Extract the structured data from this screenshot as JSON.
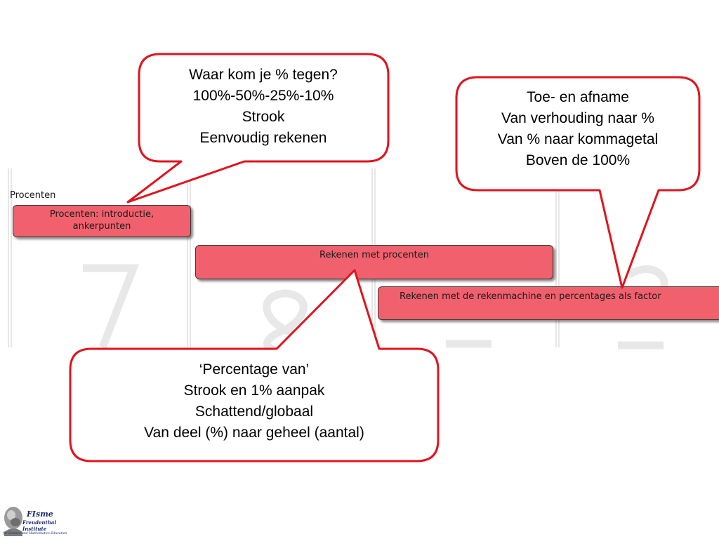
{
  "section": {
    "label": "Procenten"
  },
  "bars": [
    {
      "line1": "Procenten: introductie,",
      "line2": "ankerpunten"
    },
    {
      "label": "Rekenen met procenten"
    },
    {
      "label": "Rekenen met de rekenmachine en percentages als factor"
    }
  ],
  "callouts": [
    {
      "lines": [
        "Waar kom je % tegen?",
        "100%-50%-25%-10%",
        "Strook",
        "Eenvoudig rekenen"
      ]
    },
    {
      "lines": [
        "Toe- en afname",
        "Van verhouding naar %",
        "Van % naar kommagetal",
        "Boven de 100%"
      ]
    },
    {
      "lines": [
        "‘Percentage van’",
        "Strook en 1% aanpak",
        "Schattend/globaal",
        "Van deel (%) naar geheel (aantal)"
      ]
    }
  ],
  "logo": {
    "title": "FIsme",
    "subtitle": "Freudenthal Institute",
    "tagline": "for Science and Mathematics Education"
  },
  "colors": {
    "bar_fill": "#f0606d",
    "callout_border": "#e0141e",
    "grade_watermark": "#e4e4e4"
  }
}
